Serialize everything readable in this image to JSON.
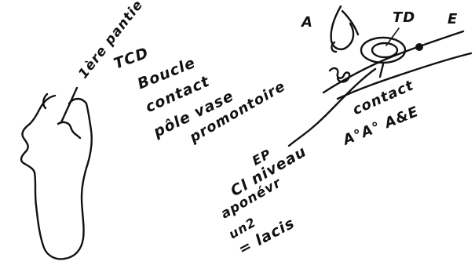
{
  "left_annotation": [
    "1ère pantie",
    "TCD",
    "Boucle",
    "contact",
    "pôle vase",
    "promontoire"
  ],
  "labels": {
    "A": "A",
    "E": "E",
    "TD": "TD",
    "contact": "contact",
    "contact_detail": "A°A° A&E"
  },
  "bottom_annotation": [
    "EP",
    "Cl niveau",
    "aponévr",
    "un2",
    "= lacis"
  ],
  "colors": {
    "ink": "#111111",
    "background": "#ffffff"
  }
}
